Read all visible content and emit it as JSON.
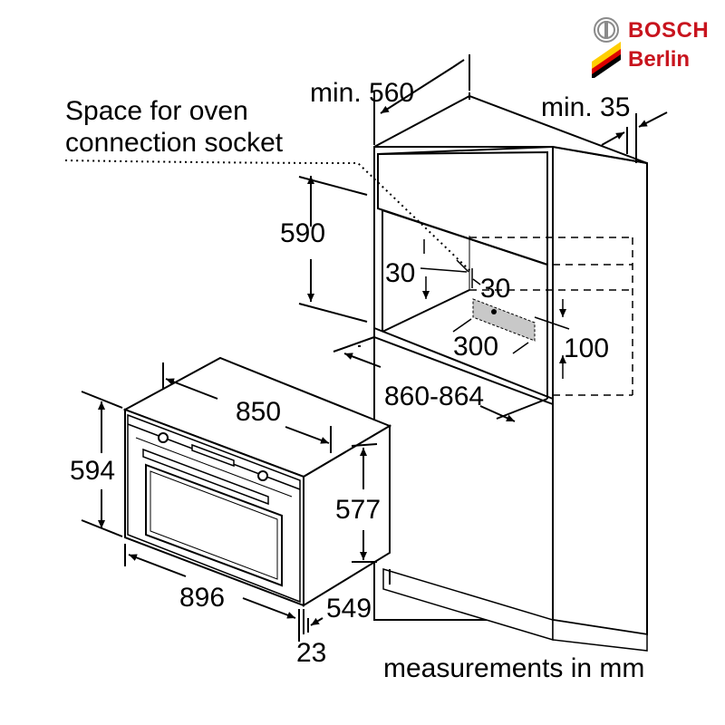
{
  "brand": {
    "name": "BOSCH",
    "city": "Berlin",
    "colors": {
      "brand_red": "#c8141e",
      "flag_black": "#000000",
      "flag_red": "#dd0000",
      "flag_gold": "#ffce00"
    }
  },
  "labels": {
    "socket_line1": "Space for oven",
    "socket_line2": "connection socket",
    "min_560": "min. 560",
    "min_35": "min. 35",
    "d590": "590",
    "d30_left": "30",
    "d30_right": "30",
    "d300": "300",
    "d100": "100",
    "d860_864": "860-864",
    "d850": "850",
    "d594": "594",
    "d577": "577",
    "d896": "896",
    "d549": "549",
    "d23": "23",
    "units_note": "measurements in mm"
  }
}
